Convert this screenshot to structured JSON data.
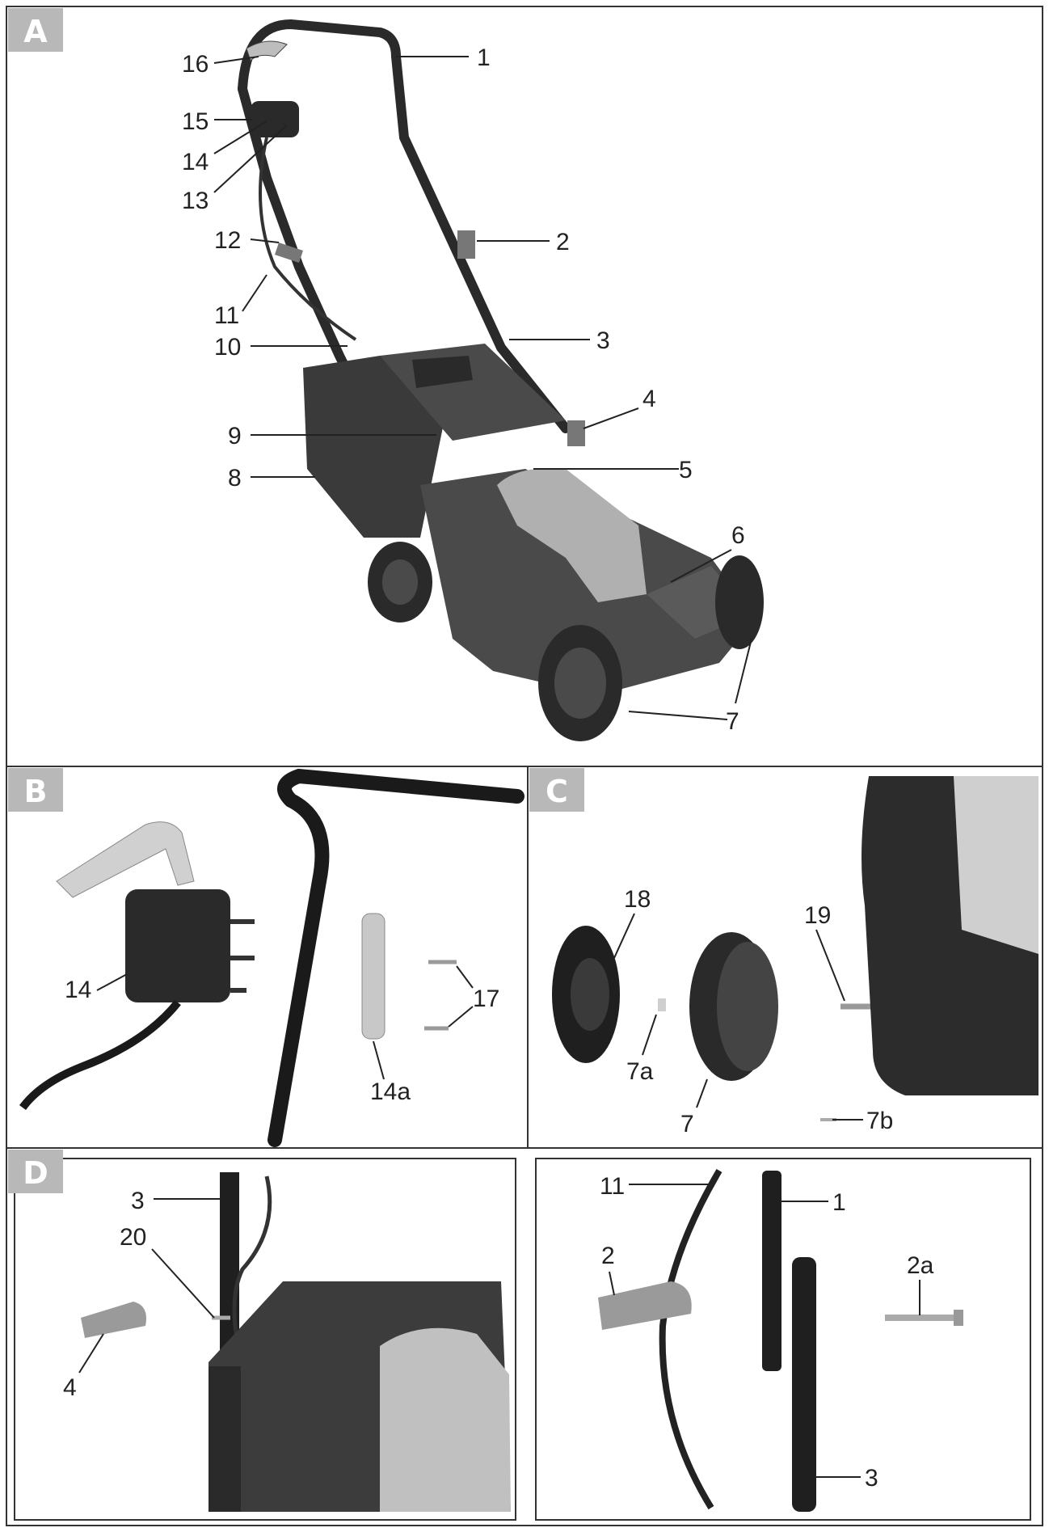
{
  "panels": {
    "A": {
      "badge": "A",
      "callouts": {
        "c1": "1",
        "c2": "2",
        "c3": "3",
        "c4": "4",
        "c5": "5",
        "c6": "6",
        "c7a": "7",
        "c7b": "7",
        "c8": "8",
        "c9": "9",
        "c10": "10",
        "c11": "11",
        "c12": "12",
        "c13": "13",
        "c14": "14",
        "c15": "15",
        "c16": "16"
      }
    },
    "B": {
      "badge": "B",
      "callouts": {
        "c14": "14",
        "c14a": "14a",
        "c17": "17"
      }
    },
    "C": {
      "badge": "C",
      "callouts": {
        "c18": "18",
        "c19": "19",
        "c7a": "7a",
        "c7": "7",
        "c7b": "7b"
      }
    },
    "D": {
      "badge": "D",
      "callouts": {
        "c3": "3",
        "c20": "20",
        "c4": "4"
      }
    },
    "E": {
      "callouts": {
        "c11": "11",
        "c1": "1",
        "c2": "2",
        "c2a": "2a",
        "c3": "3"
      }
    }
  },
  "colors": {
    "badge": "#b8b8b8",
    "dark_part": "#2a2a2a",
    "mid_part": "#5a5a5a",
    "light_part": "#bdbdbd"
  }
}
